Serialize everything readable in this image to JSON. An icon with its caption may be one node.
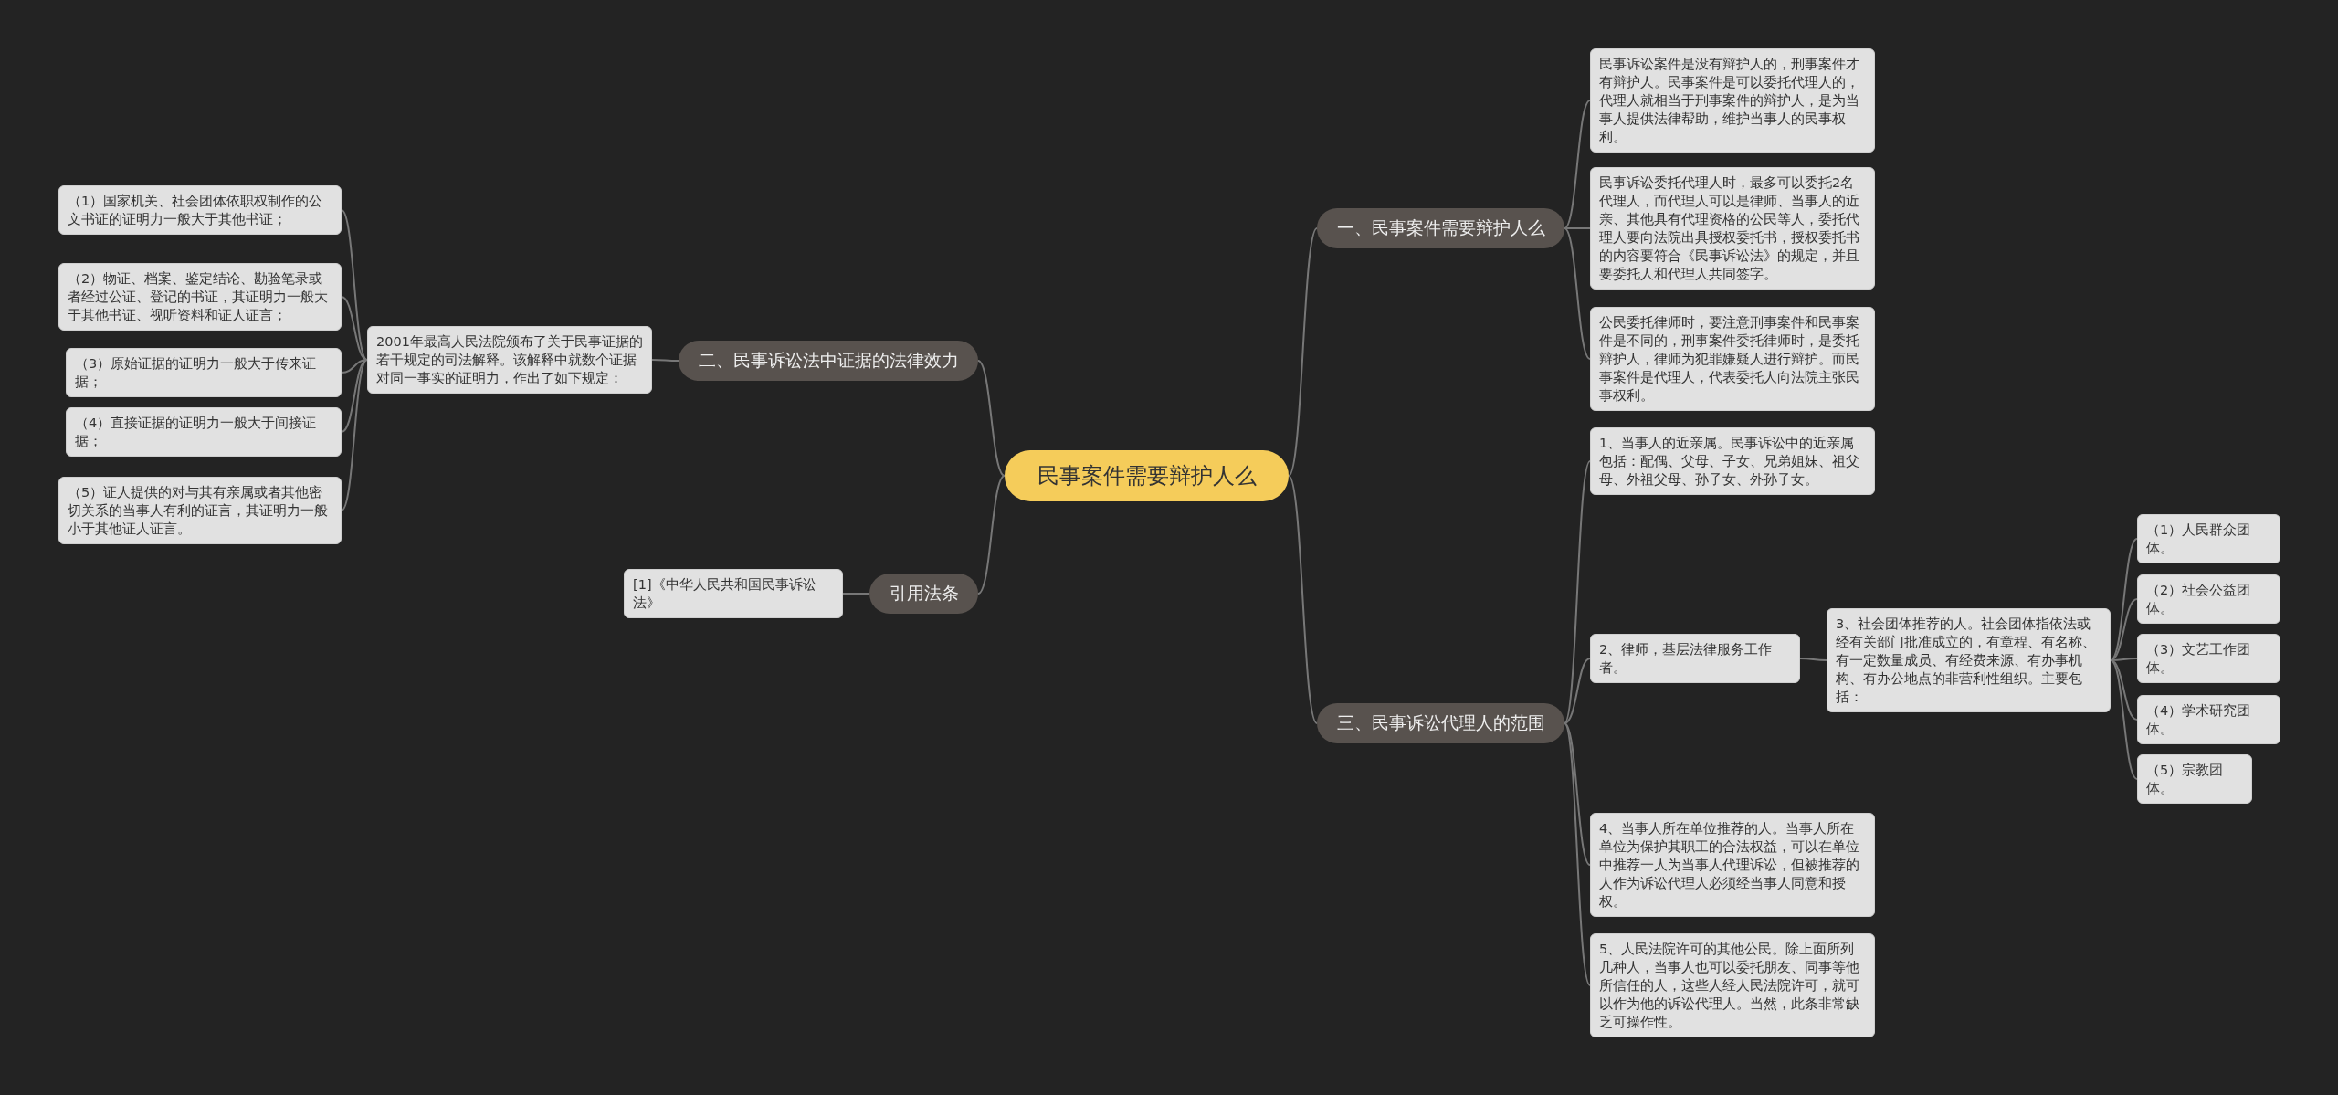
{
  "diagram": {
    "nodes": [
      {
        "text": [
          "民事案件需要辩护人么"
        ]
      },
      {
        "text": [
          "一、民事案件需要辩护人么"
        ]
      },
      {
        "text": [
          "民事诉讼案件是没有辩护人的，刑事案件才有辩护人。民事案件是可以委托代理人的，代理人就相当于刑事案件的辩护人，是为当事人提供法律帮助，维护当事人的民事权利。"
        ]
      },
      {
        "text": [
          "民事诉讼委托代理人时，最多可以委托2名代理人，而代理人可以是律师、当事人的近亲、其他具有代理资格的公民等人，委托代理人要向法院出具授权委托书，授权委托书的内容要符合《民事诉讼法》的规定，并且要委托人和代理人共同签字。"
        ]
      },
      {
        "text": [
          "公民委托律师时，要注意刑事案件和民事案件是不同的，刑事案件委托律师时，是委托辩护人，律师为犯罪嫌疑人进行辩护。而民事案件是代理人，代表委托人向法院主张民事权利。"
        ]
      },
      {
        "text": [
          "二、民事诉讼法中证据的法律效力"
        ]
      },
      {
        "text": [
          "2001年最高人民法院颁布了关于民事证据的若干规定的司法解释。该解释中就数个证据对同一事实的证明力，作出了如下规定："
        ]
      },
      {
        "text": [
          "（1）国家机关、社会团体依职权制作的公文书证的证明力一般大于其他书证；"
        ]
      },
      {
        "text": [
          "（2）物证、档案、鉴定结论、勘验笔录或者经过公证、登记的书证，其证明力一般大于其他书证、视听资料和证人证言；"
        ]
      },
      {
        "text": [
          "（3）原始证据的证明力一般大于传来证据；"
        ]
      },
      {
        "text": [
          "（4）直接证据的证明力一般大于间接证据；"
        ]
      },
      {
        "text": [
          "（5）证人提供的对与其有亲属或者其他密切关系的当事人有利的证言，其证明力一般小于其他证人证言。"
        ]
      },
      {
        "text": [
          "引用法条"
        ]
      },
      {
        "text": [
          "[1]《中华人民共和国民事诉讼法》"
        ]
      },
      {
        "text": [
          "三、民事诉讼代理人的范围"
        ]
      },
      {
        "text": [
          "1、当事人的近亲属。民事诉讼中的近亲属包括：配偶、父母、子女、兄弟姐妹、祖父母、外祖父母、孙子女、外孙子女。"
        ]
      },
      {
        "text": [
          "2、律师，基层法律服务工作者。"
        ]
      },
      {
        "text": [
          "3、社会团体推荐的人。社会团体指依法或经有关部门批准成立的，有章程、有名称、有一定数量成员、有经费来源、有办事机构、有办公地点的非营利性组织。主要包括："
        ]
      },
      {
        "text": [
          "（1）人民群众团体。"
        ]
      },
      {
        "text": [
          "（2）社会公益团体。"
        ]
      },
      {
        "text": [
          "（3）文艺工作团体。"
        ]
      },
      {
        "text": [
          "（4）学术研究团体。"
        ]
      },
      {
        "text": [
          "（5）宗教团体。"
        ]
      },
      {
        "text": [
          "4、当事人所在单位推荐的人。当事人所在单位为保护其职工的合法权益，可以在单位中推荐一人为当事人代理诉讼，但被推荐的人作为诉讼代理人必须经当事人同意和授权。"
        ]
      },
      {
        "text": [
          "5、人民法院许可的其他公民。除上面所列几种人，当事人也可以委托朋友、同事等他所信任的人，这些人经人民法院许可，就可以作为他的诉讼代理人。当然，此条非常缺乏可操作性。"
        ]
      }
    ],
    "edges": [
      {
        "from": 0,
        "to": 1,
        "arrow": "none"
      },
      {
        "from": 1,
        "to": 2,
        "arrow": "none"
      },
      {
        "from": 1,
        "to": 3,
        "arrow": "none"
      },
      {
        "from": 1,
        "to": 4,
        "arrow": "none"
      },
      {
        "from": 0,
        "to": 5,
        "arrow": "none"
      },
      {
        "from": 5,
        "to": 6,
        "arrow": "none"
      },
      {
        "from": 6,
        "to": 7,
        "arrow": "none"
      },
      {
        "from": 6,
        "to": 8,
        "arrow": "none"
      },
      {
        "from": 6,
        "to": 9,
        "arrow": "none"
      },
      {
        "from": 6,
        "to": 10,
        "arrow": "none"
      },
      {
        "from": 6,
        "to": 11,
        "arrow": "none"
      },
      {
        "from": 0,
        "to": 12,
        "arrow": "none"
      },
      {
        "from": 12,
        "to": 13,
        "arrow": "none"
      },
      {
        "from": 0,
        "to": 14,
        "arrow": "none"
      },
      {
        "from": 14,
        "to": 15,
        "arrow": "none"
      },
      {
        "from": 14,
        "to": 16,
        "arrow": "none"
      },
      {
        "from": 16,
        "to": 17,
        "arrow": "none"
      },
      {
        "from": 17,
        "to": 18,
        "arrow": "none"
      },
      {
        "from": 17,
        "to": 19,
        "arrow": "none"
      },
      {
        "from": 17,
        "to": 20,
        "arrow": "none"
      },
      {
        "from": 17,
        "to": 21,
        "arrow": "none"
      },
      {
        "from": 17,
        "to": 22,
        "arrow": "none"
      },
      {
        "from": 14,
        "to": 23,
        "arrow": "none"
      },
      {
        "from": 14,
        "to": 24,
        "arrow": "none"
      }
    ]
  }
}
